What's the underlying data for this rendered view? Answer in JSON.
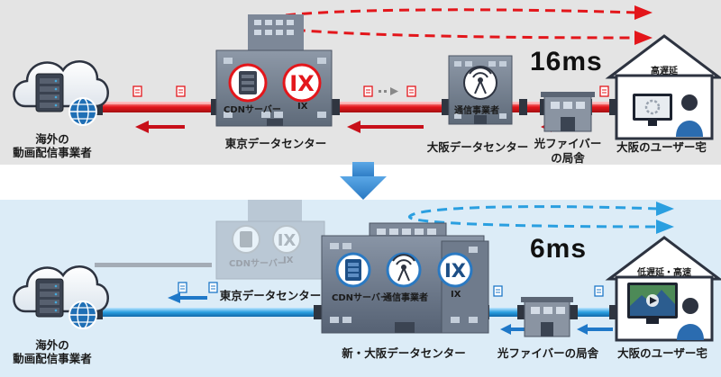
{
  "top": {
    "cloud_label_1": "海外の",
    "cloud_label_2": "動画配信事業者",
    "tokyo_dc_label": "東京データセンター",
    "cdn_label": "CDNサーバー",
    "ix_label": "IX",
    "ix_icon_text": "IX",
    "carrier_label": "通信事業者",
    "osaka_dc_label": "大阪データセンター",
    "fiber_label_1": "光ファイバー",
    "fiber_label_2": "の局舎",
    "home_label": "大阪のユーザー宅",
    "home_badge": "高遅延",
    "latency": "16ms"
  },
  "bottom": {
    "cloud_label_1": "海外の",
    "cloud_label_2": "動画配信事業者",
    "old_tokyo_label": "東京データセンター",
    "old_cdn_label": "CDNサーバー",
    "old_ix_label": "IX",
    "ix_icon_text": "IX",
    "cdn_label": "CDNサーバー",
    "carrier_label": "通信事業者",
    "ix_label": "IX",
    "new_dc_label": "新・大阪データセンター",
    "fiber_label": "光ファイバーの局舎",
    "home_label": "大阪のユーザー宅",
    "home_badge": "低遅延・高速",
    "latency": "6ms"
  },
  "colors": {
    "top_bg": "#e4e4e4",
    "bottom_bg": "#dcecf7",
    "red": "#e3161b",
    "blue": "#2a9fe0",
    "arrow": "#3b86c6"
  }
}
